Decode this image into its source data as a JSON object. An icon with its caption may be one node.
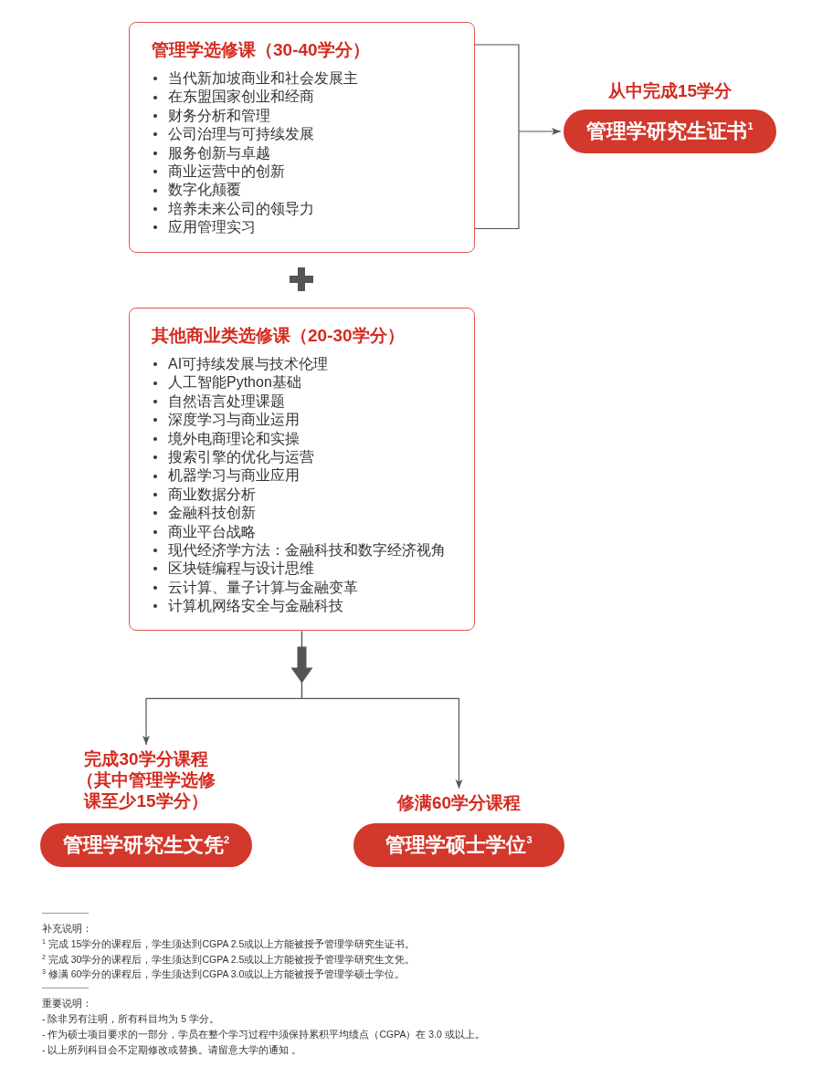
{
  "diagram": {
    "nodes": [
      {
        "text": [
          "管理学选修课（30-40学分）",
          "当代新加坡商业和社会发展主",
          "在东盟国家创业和经商",
          "财务分析和管理",
          "公司治理与可持续发展",
          "服务创新与卓越",
          "商业运营中的创新",
          "数字化颠覆",
          "培养未来公司的领导力",
          "应用管理实习"
        ]
      },
      {
        "text": [
          "从中完成15学分",
          "管理学研究生证书$^{1}$"
        ]
      },
      {
        "text": [
          "其他商业类选修课（20-30学分）",
          "AI可持续发展与技术伦理",
          "人工智能Python基础",
          "自然语言处理课题",
          "深度学习与商业运用",
          "境外电商理论和实操",
          "搜索引擎的优化与运营",
          "机器学习与商业应用",
          "商业数据分析",
          "金融科技创新",
          "商业平台战略",
          "现代经济学方法：金融科技和数字经济视角",
          "区块链编程与设计思维",
          "云计算、量子计算与金融变革",
          "计算机网络安全与金融科技"
        ]
      },
      {
        "text": [
          "完成30学分课程（其中管理学选修课至少15学分）",
          "管理学研究生文凭$^{2}$"
        ]
      },
      {
        "text": [
          "修满60学分课程",
          "管理学硕士学位$^{3}$"
        ]
      }
    ],
    "edges": [
      {
        "from": 0,
        "to": 1,
        "arrow": "to"
      },
      {
        "from": 2,
        "to": 3,
        "arrow": "to"
      },
      {
        "from": 2,
        "to": 4,
        "arrow": "to"
      }
    ],
    "labels": [
      "补充说明：",
      "$^{1}$ 完成 15学分的课程后，学生须达到CGPA 2.5或以上方能被授予管理学研究生证书。",
      "$^{2}$ 完成 30学分的课程后，学生须达到CGPA 2.5或以上方能被授予管理学研究生文凭。",
      "$^{3}$ 修满 60学分的课程后，学生须达到CGPA 3.0或以上方能被授予管理学硕士学位。",
      "重要说明：",
      "- 除非另有注明，所有科目均为 5 学分。",
      "- 作为硕士项目要求的一部分，学员在整个学习过程中须保持累积平均绩点（CGPA）在 3.0 或以上。",
      "- 以上所列科目会不定期修改或替换。请留意大学的通知 。"
    ]
  }
}
